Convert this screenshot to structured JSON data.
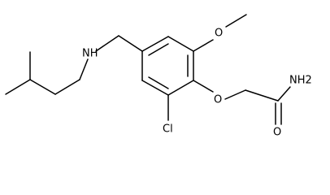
{
  "molecule": {
    "atoms": {
      "methoxy_oxygen": "O",
      "amine": "NH",
      "ether_oxygen": "O",
      "amide_nitrogen": "NH2",
      "chlorine": "Cl",
      "carbonyl_oxygen": "O"
    }
  },
  "colors": {
    "bond": "#000000",
    "label": "#000000",
    "background": "#ffffff"
  }
}
